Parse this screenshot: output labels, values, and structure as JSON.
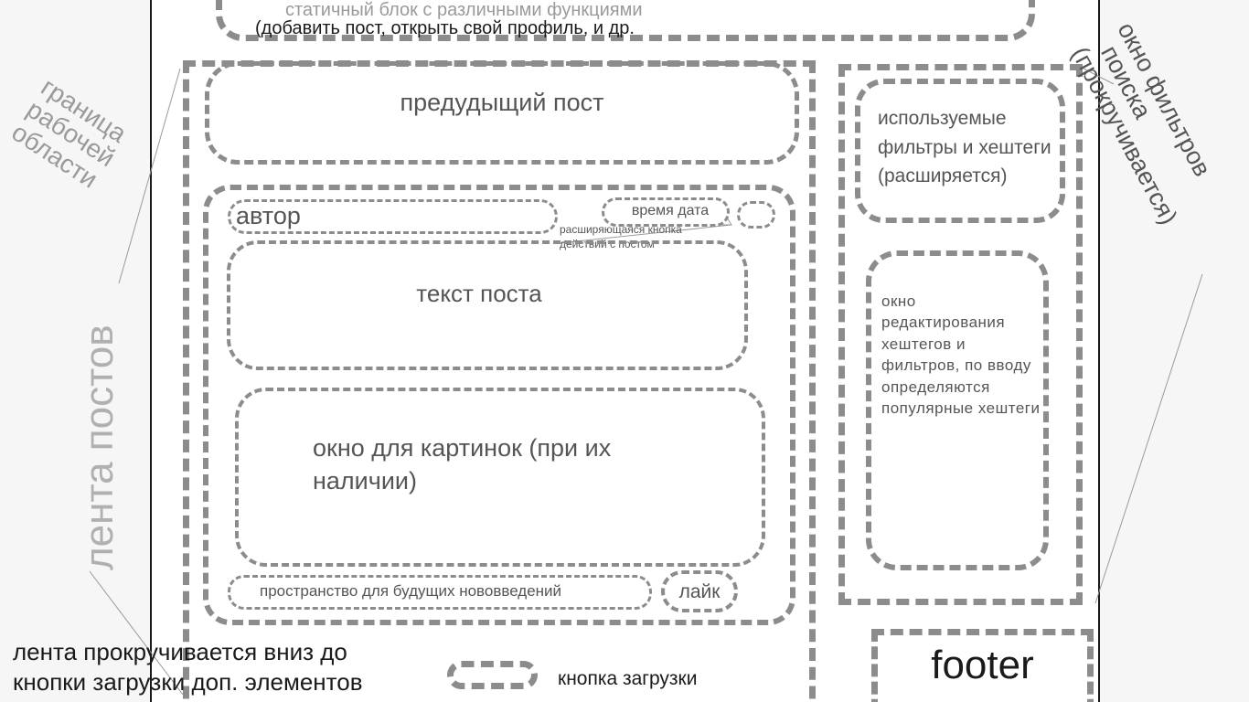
{
  "header_block": {
    "line1": "статичный блок с различными функциями",
    "line2": "(добавить пост, открыть свой профиль, и др."
  },
  "feed": {
    "previous_post": "предудыщий пост",
    "post": {
      "author": "автор",
      "datetime": "время дата",
      "actions_button_note_line1": "расширяющаяся кнопка",
      "actions_button_note_line2": "действий с постом",
      "text": "текст поста",
      "images": "окно для картинок (при их наличии)",
      "future": "пространство для будущих нововведений",
      "like": "лайк"
    },
    "load_button_label": "кнопка загрузки"
  },
  "filters": {
    "used_filters": "используемые фильтры и хештеги (расширяется)",
    "edit_window": "окно редактирования хештегов и фильтров, по вводу определяются популярные хештеги"
  },
  "footer": "footer",
  "annotations": {
    "workspace_border_line1": "граница",
    "workspace_border_line2": "рабочей",
    "workspace_border_line3": "области",
    "feed_label": "лента постов",
    "scroll_note_line1": "лента прокручивается вниз до",
    "scroll_note_line2": "кнопки загрузки доп. элементов",
    "filter_window_line1": "окно фильтров",
    "filter_window_line2": "поиска",
    "filter_window_line3": "(прокручивается)"
  },
  "colors": {
    "dash": "#8c8c8c",
    "text": "#555555",
    "dark_text": "#1a1a1a",
    "side_annotation": "#aaaaaa"
  }
}
